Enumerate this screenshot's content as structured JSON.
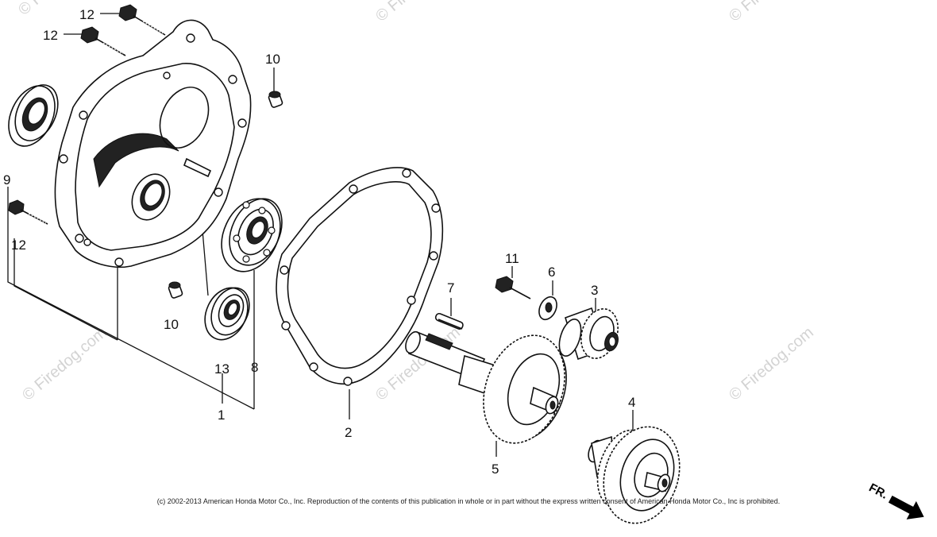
{
  "watermark_text": "© Firedog.com",
  "copyright_notice": "(c) 2002-2013 American Honda Motor Co., Inc. Reproduction of the contents of this publication in whole or in part without the express written consent of American Honda Motor Co., Inc is prohibited.",
  "direction_indicator": "FR.",
  "part_labels": {
    "p1": "1",
    "p2": "2",
    "p3": "3",
    "p4": "4",
    "p5": "5",
    "p6": "6",
    "p7": "7",
    "p8": "8",
    "p9": "9",
    "p10a": "10",
    "p10b": "10",
    "p11": "11",
    "p12a": "12",
    "p12b": "12",
    "p12c": "12",
    "p13": "13"
  }
}
